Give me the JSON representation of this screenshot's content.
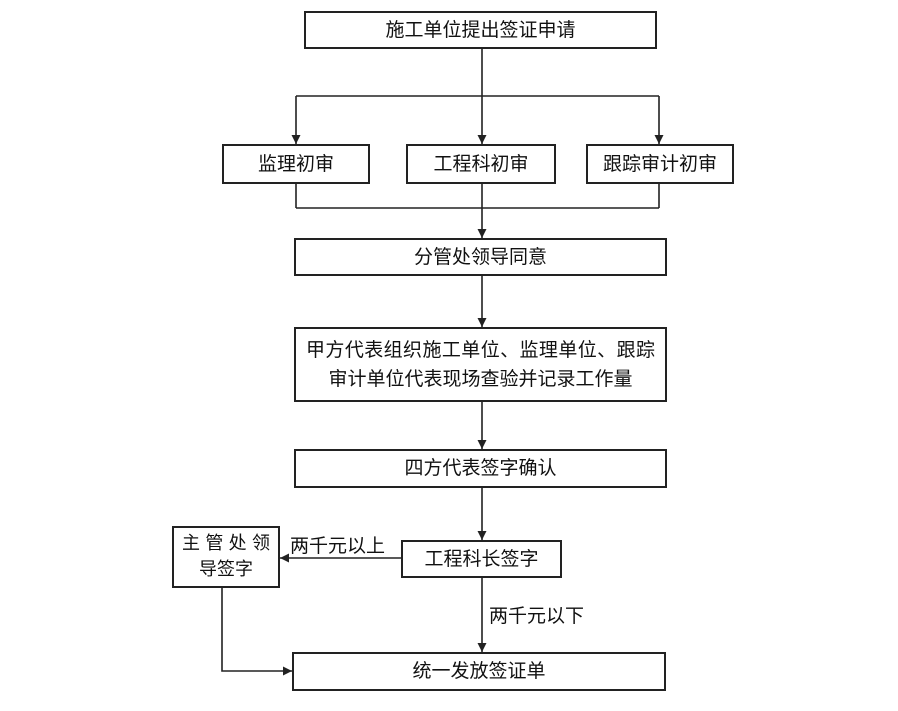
{
  "nodes": {
    "apply": "施工单位提出签证申请",
    "supervision_review": "监理初审",
    "engineering_review": "工程科初审",
    "audit_review": "跟踪审计初审",
    "division_leader_approve": "分管处领导同意",
    "site_inspection": "甲方代表组织施工单位、监理单位、跟踪审计单位代表现场查验并记录工作量",
    "four_party_sign": "四方代表签字确认",
    "section_chief_sign": "工程科长签字",
    "director_sign": "主管处领导签字",
    "issue": "统一发放签证单"
  },
  "edge_labels": {
    "above_2000": "两千元以上",
    "below_2000": "两千元以下"
  },
  "colors": {
    "line": "#222222",
    "text": "#111111",
    "background": "#ffffff"
  }
}
